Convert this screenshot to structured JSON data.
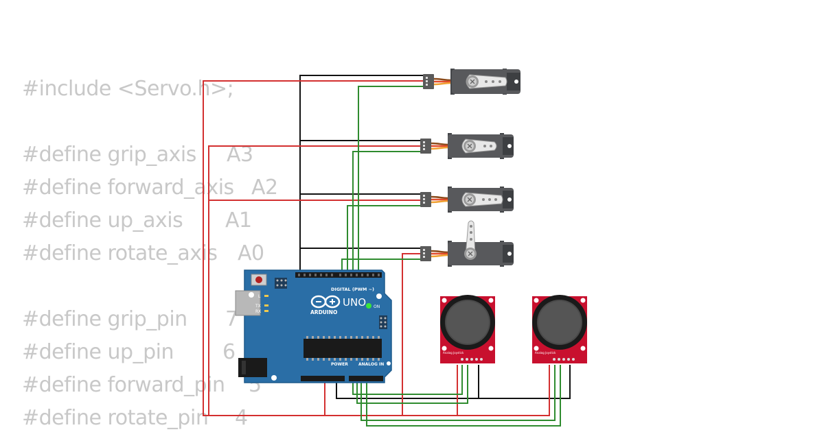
{
  "code": {
    "include": "#include <Servo.h>;",
    "defines": [
      {
        "name": "#define grip_axis",
        "value": "A3"
      },
      {
        "name": "#define forward_axis",
        "value": "A2"
      },
      {
        "name": "#define up_axis",
        "value": "A1"
      },
      {
        "name": "#define rotate_axis",
        "value": "A0"
      },
      {
        "name": "#define grip_pin",
        "value": "7"
      },
      {
        "name": "#define up_pin",
        "value": "6"
      },
      {
        "name": "#define forward_pin",
        "value": "5"
      },
      {
        "name": "#define rotate_pin",
        "value": "4"
      }
    ]
  },
  "board": {
    "model": "UNO",
    "brand": "ARDUINO",
    "on_label": "ON",
    "digital_label": "DIGITAL (PWM ~)",
    "analog_label": "ANALOG IN",
    "power_label": "POWER",
    "tx_label": "TX",
    "rx_label": "RX",
    "l_label": "L"
  },
  "joysticks": [
    {
      "label": "Analog Joystick"
    },
    {
      "label": "Analog Joystick"
    }
  ],
  "colors": {
    "wire_power": "#d32f2f",
    "wire_ground": "#111111",
    "wire_signal": "#2e8b2e",
    "board": "#2a6ea6",
    "joystick_pcb": "#c8102e",
    "servo_body": "#55575a",
    "code_text": "#c8c8c8"
  }
}
